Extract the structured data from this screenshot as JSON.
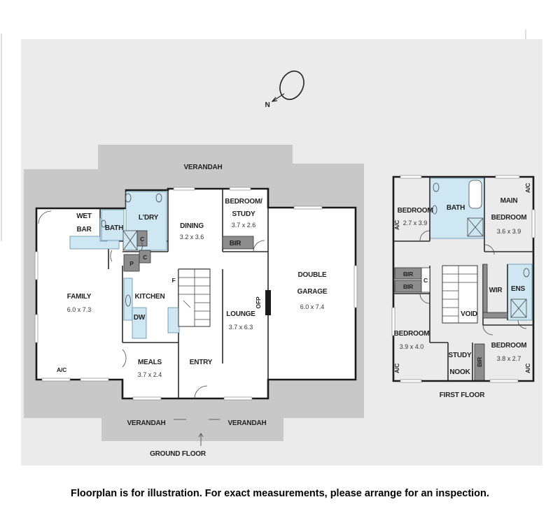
{
  "compass": {
    "label": "N"
  },
  "ground_floor": {
    "title": "GROUND FLOOR",
    "verandah_top": "VERANDAH",
    "verandah_bottom_left": "VERANDAH",
    "verandah_bottom_right": "VERANDAH",
    "rooms": {
      "wet_bar": {
        "line1": "WET",
        "line2": "BAR"
      },
      "bath": "BATH",
      "laundry": "L'DRY",
      "dining": {
        "name": "DINING",
        "size": "3.2 x 3.6"
      },
      "bedroom_study": {
        "line1": "BEDROOM/",
        "line2": "STUDY",
        "size": "3.7 x 2.6"
      },
      "bir": "BIR",
      "family": {
        "name": "FAMILY",
        "size": "6.0 x 7.3"
      },
      "kitchen": "KITCHEN",
      "dw": "DW",
      "lounge": {
        "name": "LOUNGE",
        "size": "3.7 x 6.3"
      },
      "ofp": "OFP",
      "garage": {
        "line1": "DOUBLE",
        "line2": "GARAGE",
        "size": "6.0 x 7.4"
      },
      "meals": {
        "name": "MEALS",
        "size": "3.7 x 2.4"
      },
      "entry": "ENTRY",
      "ac": "A/C",
      "pantry": "P",
      "cupboard_1": "C",
      "cupboard_2": "C",
      "fridge": "F"
    }
  },
  "first_floor": {
    "title": "FIRST FLOOR",
    "rooms": {
      "bedroom_nw": {
        "name": "BEDROOM",
        "size": "2.7 x 3.9"
      },
      "bath": "BATH",
      "main_bedroom": {
        "line1": "MAIN",
        "line2": "BEDROOM",
        "size": "3.6 x 3.9"
      },
      "bir_1": "BIR",
      "bir_2": "BIR",
      "cupboard": "C",
      "wir": "WIR",
      "ens": "ENS",
      "void": "VOID",
      "bedroom_sw": {
        "name": "BEDROOM",
        "size": "3.9 x 4.0"
      },
      "study_nook": {
        "line1": "STUDY",
        "line2": "NOOK"
      },
      "bir_3": "BIR",
      "bedroom_se": {
        "name": "BEDROOM",
        "size": "3.8 x 2.7"
      },
      "ac": "A/C"
    }
  },
  "disclaimer": "Floorplan is for illustration. For exact measurements, please arrange for an inspection.",
  "colors": {
    "background_panel": "#ebebeb",
    "verandah": "#c8c8c8",
    "wet_area": "#cfe7f2",
    "built_in": "#8d8d8d"
  }
}
